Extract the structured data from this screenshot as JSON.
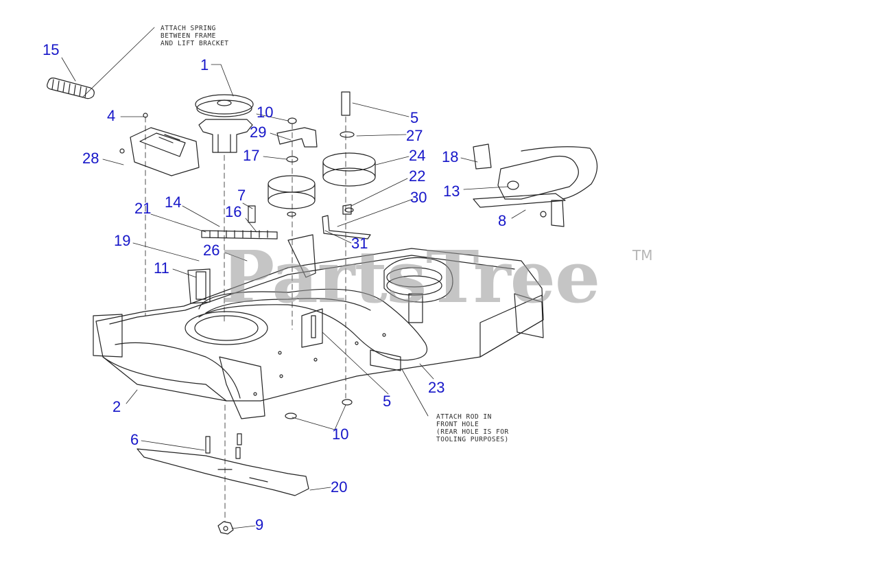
{
  "watermark": {
    "text": "PartsTree",
    "trademark": "TM",
    "color": "#969696"
  },
  "callout_color": "#1515c8",
  "notes": {
    "spring": [
      "ATTACH SPRING",
      "BETWEEN FRAME",
      "AND LIFT BRACKET"
    ],
    "rod": [
      "ATTACH ROD IN",
      "FRONT HOLE",
      "(REAR HOLE IS FOR",
      "TOOLING PURPOSES)"
    ]
  },
  "callouts": [
    "15",
    "1",
    "4",
    "10",
    "5",
    "29",
    "27",
    "28",
    "17",
    "24",
    "18",
    "22",
    "13",
    "7",
    "30",
    "21",
    "14",
    "16",
    "8",
    "31",
    "19",
    "26",
    "11",
    "23",
    "2",
    "5",
    "10",
    "6",
    "20",
    "9"
  ]
}
